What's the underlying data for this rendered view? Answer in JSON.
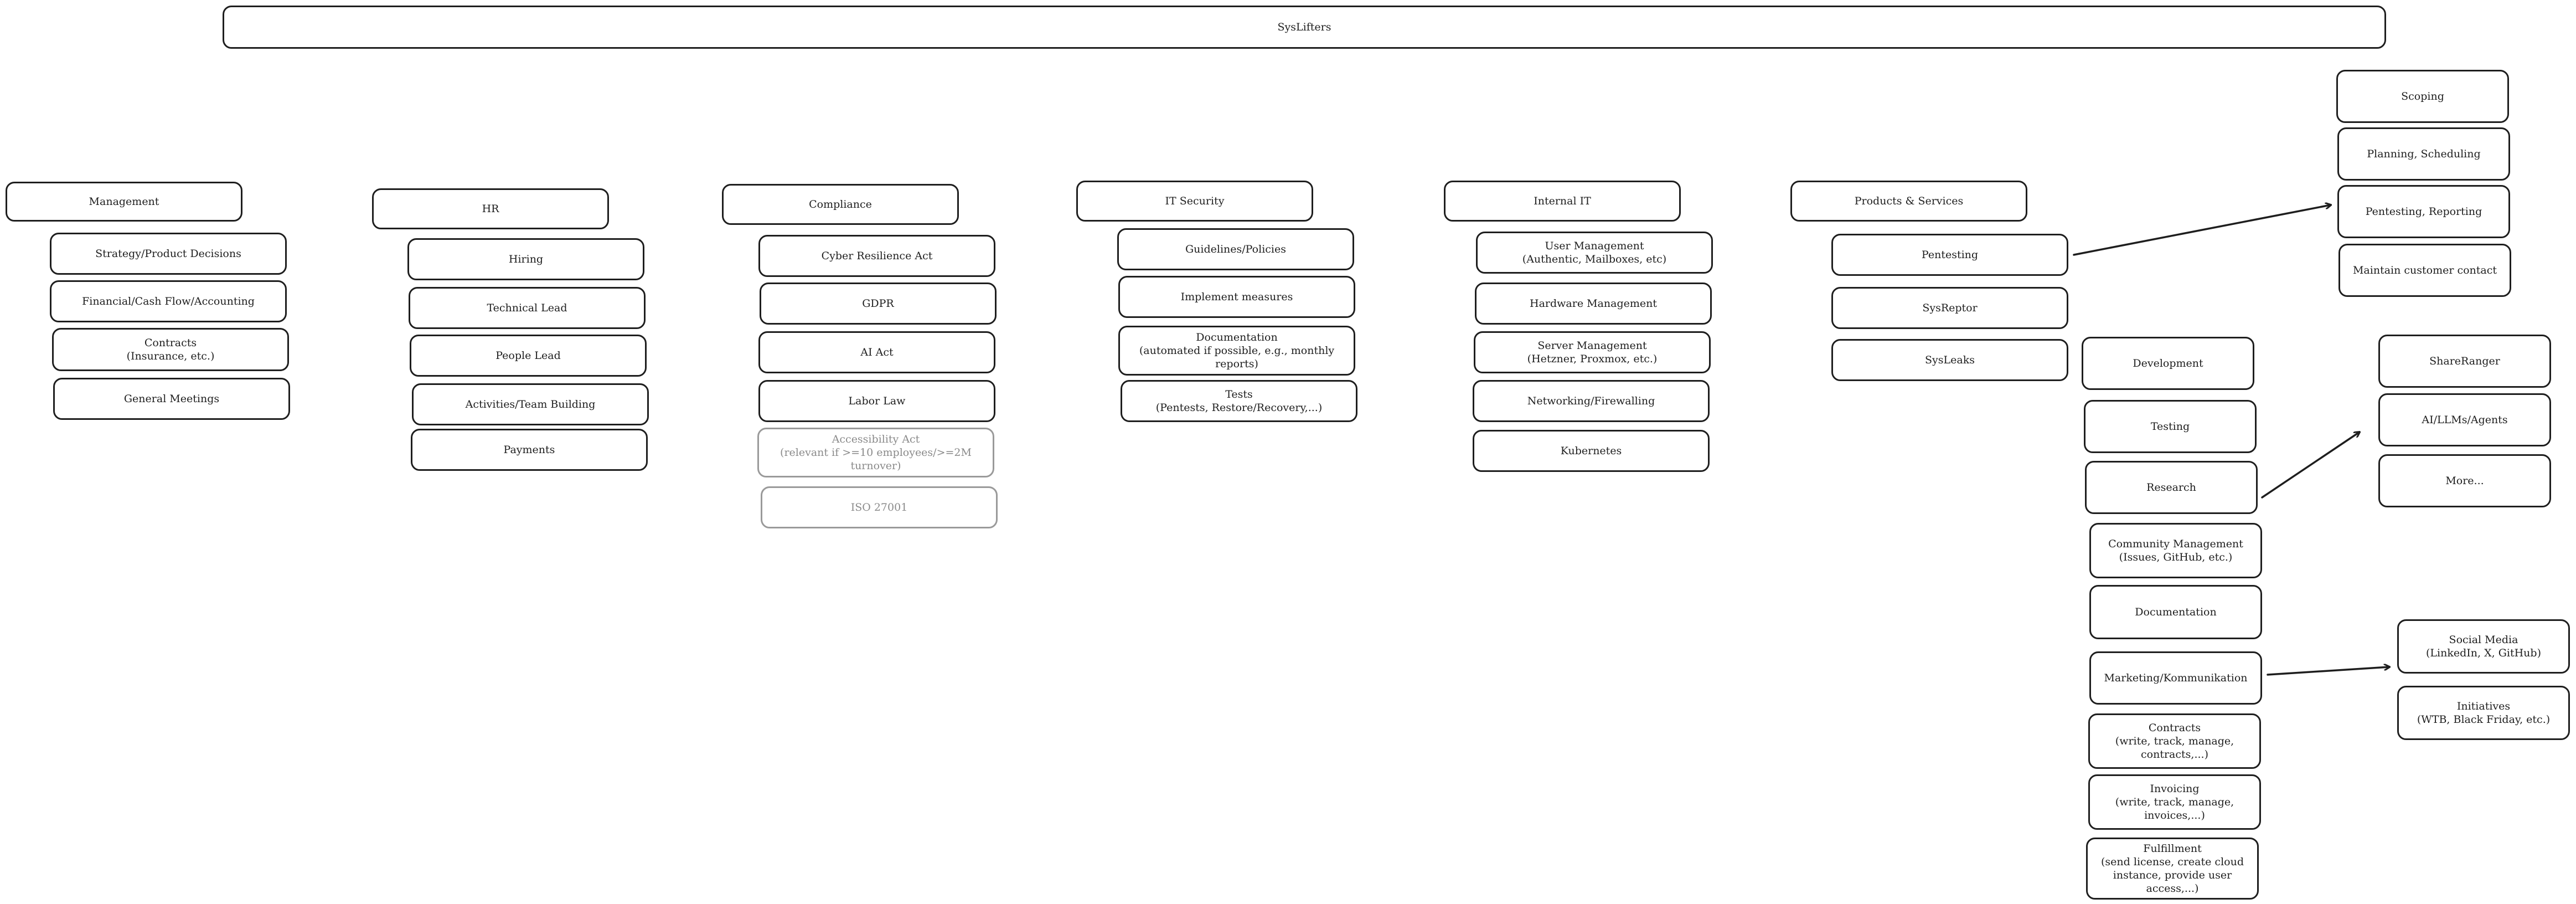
{
  "root": "SysLifters",
  "columns": {
    "management": {
      "title": "Management",
      "items": [
        "Strategy/Product Decisions",
        "Financial/Cash Flow/Accounting",
        "Contracts\n(Insurance, etc.)",
        "General Meetings"
      ]
    },
    "hr": {
      "title": "HR",
      "items": [
        "Hiring",
        "Technical Lead",
        "People Lead",
        "Activities/Team Building",
        "Payments"
      ]
    },
    "compliance": {
      "title": "Compliance",
      "items": [
        "Cyber Resilience Act",
        "GDPR",
        "AI Act",
        "Labor Law",
        "Accessibility Act\n(relevant if >=10 employees/>=2M\nturnover)",
        "ISO 27001"
      ]
    },
    "it_security": {
      "title": "IT Security",
      "items": [
        "Guidelines/Policies",
        "Implement measures",
        "Documentation\n(automated if possible, e.g., monthly\nreports)",
        "Tests\n(Pentests, Restore/Recovery,...)"
      ]
    },
    "internal_it": {
      "title": "Internal IT",
      "items": [
        "User Management\n(Authentic, Mailboxes, etc)",
        "Hardware Management",
        "Server Management\n(Hetzner, Proxmox, etc.)",
        "Networking/Firewalling",
        "Kubernetes"
      ]
    },
    "products": {
      "title": "Products & Services",
      "items": [
        "Pentesting",
        "SysReptor",
        "SysLeaks"
      ]
    }
  },
  "pentesting_sub": [
    "Scoping",
    "Planning, Scheduling",
    "Pentesting, Reporting",
    "Maintain customer contact"
  ],
  "product_tasks": [
    "Development",
    "Testing",
    "Research",
    "Community Management\n(Issues, GitHub, etc.)",
    "Documentation",
    "Marketing/Kommunikation",
    "Contracts\n(write, track, manage,\ncontracts,...)",
    "Invoicing\n(write, track, manage,\ninvoices,...)",
    "Fulfillment\n(send license, create cloud\ninstance, provide user\naccess,...)"
  ],
  "research_sub": [
    "ShareRanger",
    "AI/LLMs/Agents",
    "More..."
  ],
  "marketing_sub": [
    "Social Media\n(LinkedIn, X, GitHub)",
    "Initiatives\n(WTB, Black Friday, etc.)"
  ],
  "colors": {
    "stroke": "#1e1e1e",
    "muted": "#9a9a9a",
    "background": "#ffffff"
  }
}
